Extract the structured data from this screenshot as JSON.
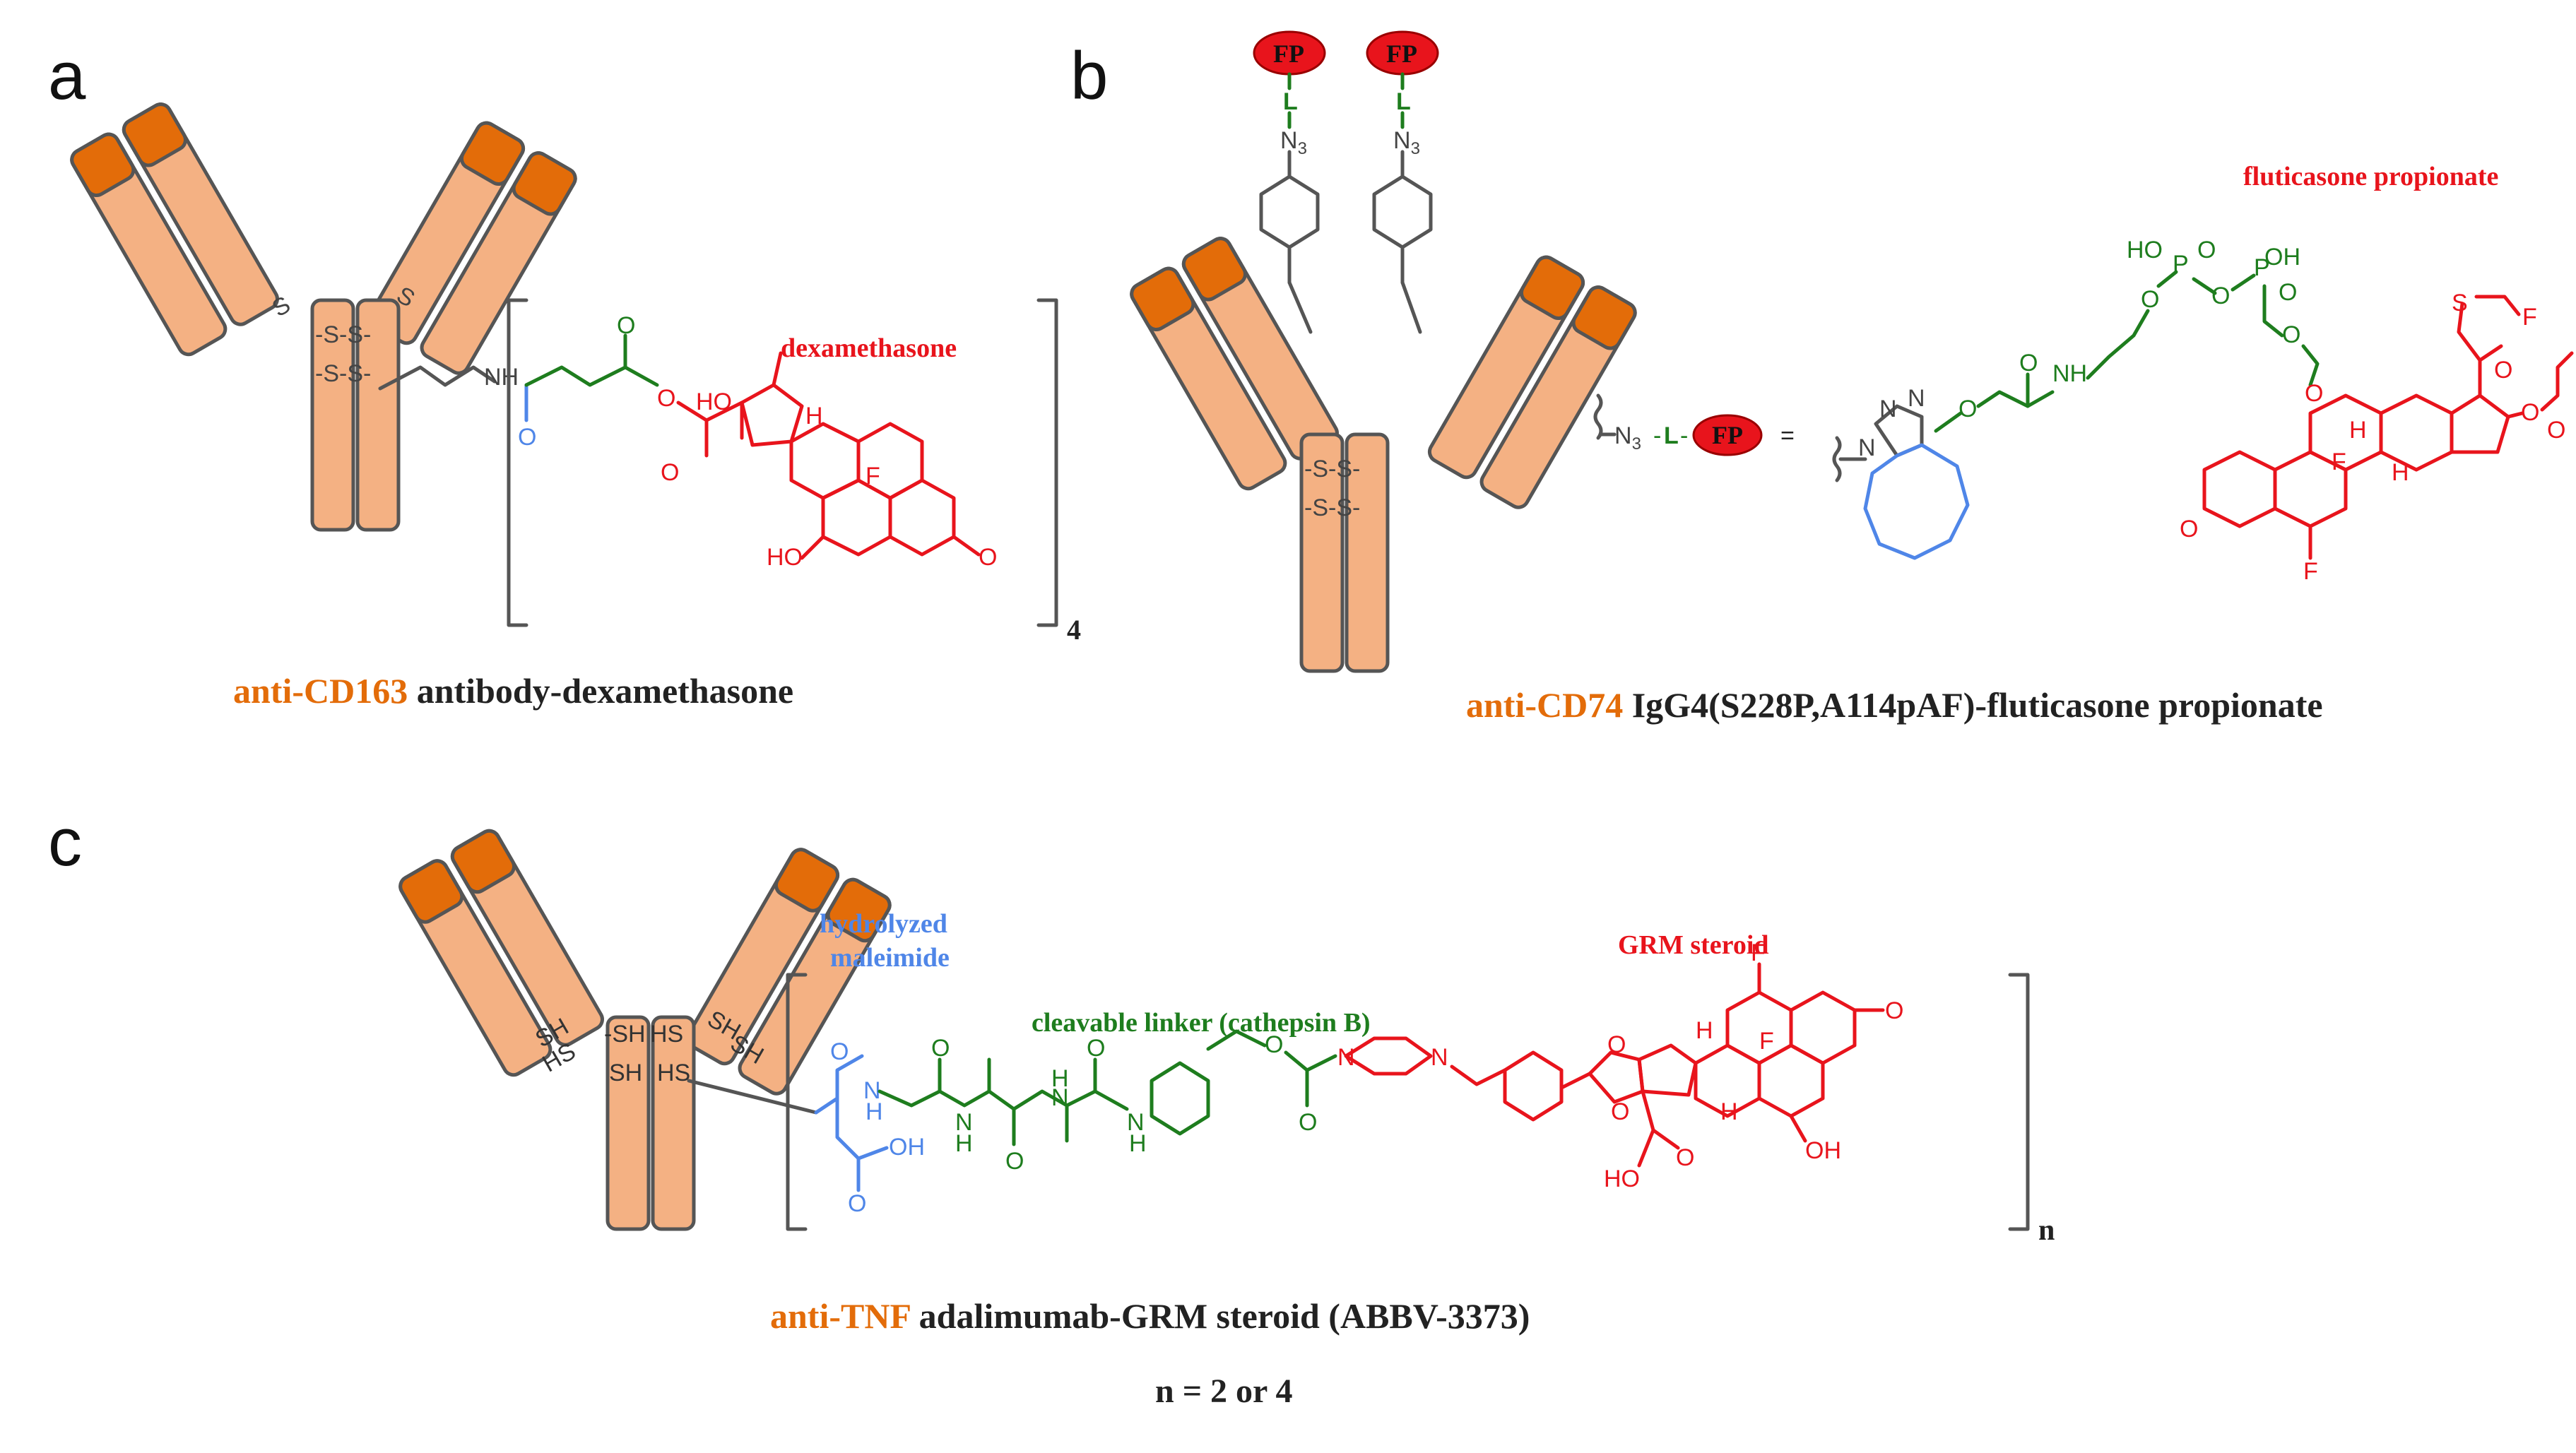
{
  "colors": {
    "antibody_fill": "#f4b183",
    "antibody_dark": "#e36c09",
    "antibody_stroke": "#555555",
    "target_label": "#e36c09",
    "payload_red": "#e8141c",
    "linker_green": "#1e7d1e",
    "spacer_blue": "#4f86e8",
    "text_dark": "#222222"
  },
  "panels": {
    "a": {
      "letter": "a",
      "drug_label": "dexamethasone",
      "multiplier": "4",
      "atoms": {
        "nh": "NH",
        "o_blue": "O",
        "o_ester": "O",
        "o_carbonyl": "O",
        "ho1": "HO",
        "o_ketone": "O",
        "h": "H",
        "f": "F",
        "ho2": "HO",
        "o_enone": "O"
      },
      "disulfide": {
        "s1": "S",
        "s2": "S",
        "ss": "-S-S-"
      },
      "caption": {
        "target": "anti-CD163",
        "rest": " antibody-dexamethasone"
      }
    },
    "b": {
      "letter": "b",
      "fp_tag": "FP",
      "linker_tag": "L",
      "azide": "N",
      "azide_sub": "3",
      "drug_label": "fluticasone propionate",
      "legend": {
        "azide": "N",
        "azide_sub": "3",
        "dash1": "-",
        "linker": "L",
        "dash2": "-",
        "fp": "FP",
        "equals": "="
      },
      "atoms": {
        "n1": "N",
        "n2": "N",
        "n3": "N",
        "o_ether": "O",
        "o_amide": "O",
        "nh": "NH",
        "ho1": "HO",
        "p1": "P",
        "o_p1": "O",
        "oh": "OH",
        "p2": "P",
        "o_p2": "O",
        "o_bridge1": "O",
        "o_bridge2": "O",
        "o_ch2": "O",
        "s": "S",
        "f1": "F",
        "o_ester_c": "O",
        "o_ester": "O",
        "o_prop": "O",
        "o_link": "O",
        "h1": "H",
        "h2": "H",
        "f2": "F",
        "f3": "F",
        "o_enone": "O"
      },
      "disulfide": {
        "ss": "-S-S-"
      },
      "caption": {
        "target": "anti-CD74",
        "rest": " IgG4(S228P,A114pAF)-fluticasone propionate"
      }
    },
    "c": {
      "letter": "c",
      "spacer_label_1": "hydrolyzed",
      "spacer_label_2": "maleimide",
      "linker_label": "cleavable linker (cathepsin B)",
      "drug_label": "GRM steroid",
      "multiplier": "n",
      "atoms": {
        "o1": "O",
        "n1": "N",
        "h_n1": "H",
        "o2": "O",
        "oh": "OH",
        "o3": "O",
        "n2": "N",
        "h_n2": "H",
        "o4": "O",
        "n3": "N",
        "h_n3": "H",
        "o5": "O",
        "nh": "N",
        "h_nh": "H",
        "o6": "O",
        "o7": "O",
        "n_pip1": "N",
        "n_pip2": "N",
        "o_ac1": "O",
        "o_ac2": "O",
        "h1": "H",
        "f1": "F",
        "f2": "F",
        "h2": "H",
        "o_enone": "O",
        "oh2": "OH",
        "ho": "HO",
        "o_ket": "O"
      },
      "thiols": {
        "sh1": "SH",
        "sh2": "SH",
        "hs1": "HS",
        "sh3": "-SH",
        "hs2": "HS",
        "sh4": "SH",
        "hs3": "HS",
        "sh5": "SH"
      },
      "caption": {
        "target": "anti-TNF",
        "rest": " adalimumab-GRM steroid (ABBV-3373)"
      },
      "note": "n = 2 or 4"
    }
  }
}
